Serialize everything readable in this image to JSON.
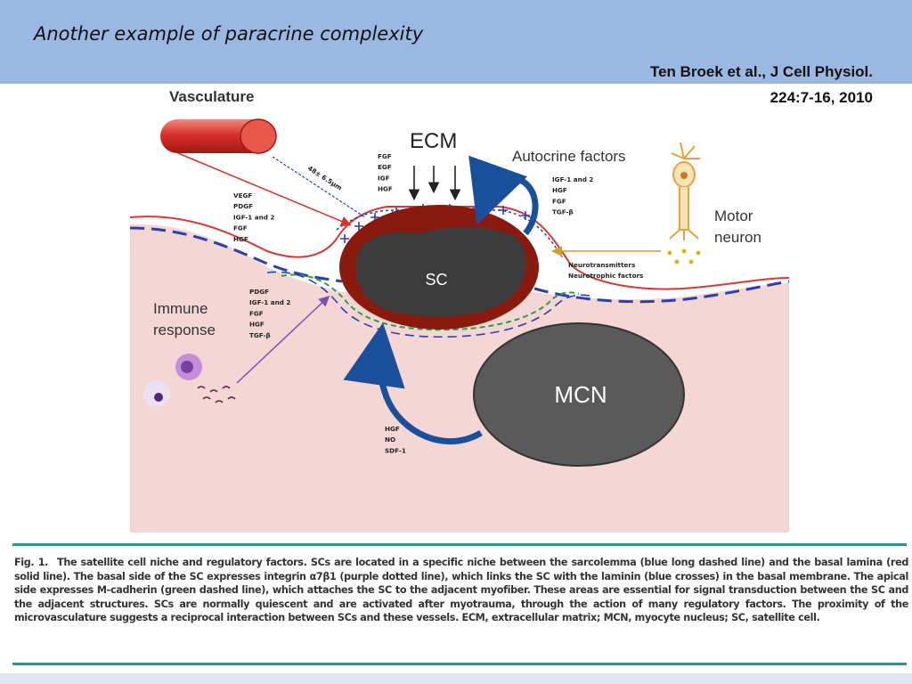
{
  "slide": {
    "title": "Another example of paracrine complexity",
    "citation_line1": "Ten Broek et al., J Cell Physiol.",
    "citation_line2": "224:7-16, 2010"
  },
  "figure": {
    "labels": {
      "vasculature": "Vasculature",
      "ecm": "ECM",
      "autocrine_factors": "Autocrine factors",
      "motor": "Motor",
      "neuron": "neuron",
      "immune": "Immune",
      "response": "response",
      "sc": "SC",
      "mcn": "MCN",
      "distance": "48± 6.5µm"
    },
    "factor_lists": {
      "vasculature_factors": [
        "VEGF",
        "PDGF",
        "IGF-1 and 2",
        "FGF",
        "HGF"
      ],
      "ecm_factors": [
        "FGF",
        "EGF",
        "IGF",
        "HGF"
      ],
      "autocrine_factors": [
        "IGF-1 and 2",
        "HGF",
        "FGF",
        "TGF-β"
      ],
      "neuron_factors": [
        "Neurotransmitters",
        "Neurotrophic factors"
      ],
      "immune_factors": [
        "PDGF",
        "IGF-1 and 2",
        "FGF",
        "HGF",
        "TGF-β"
      ],
      "mcn_factors": [
        "HGF",
        "NO",
        "SDF-1"
      ]
    }
  },
  "caption": {
    "label": "Fig. 1.",
    "text": "The satellite cell niche and regulatory factors. SCs are located in a specific niche between the sarcolemma (blue long dashed line) and the basal lamina (red solid line). The basal side of the SC expresses integrin α7β1 (purple dotted line), which links the SC with the laminin (blue crosses) in the basal membrane. The apical side expresses M-cadherin (green dashed line), which attaches the SC to the adjacent myofiber. These areas are essential for signal transduction between the SC and the adjacent structures. SCs are normally quiescent and are activated after myotrauma, through the action of many regulatory factors. The proximity of the microvasculature suggests a reciprocal interaction between SCs and these vessels. ECM, extracellular matrix; MCN, myocyte nucleus; SC, satellite cell."
  },
  "colors": {
    "header": "#9bb8e3",
    "tissue": "#f4d6d4",
    "vessel": "#d9312b",
    "sc_outer": "#8a1a0e",
    "sc_inner": "#3c3c3c",
    "blue_arrow": "#1a4f9c",
    "basal_lamina": "#d33a3a",
    "sarcolemma": "#2b3fb0",
    "m_cadherin": "#27a046",
    "neuron": "#e6a33a",
    "caption_rule": "#3d8f8d"
  }
}
